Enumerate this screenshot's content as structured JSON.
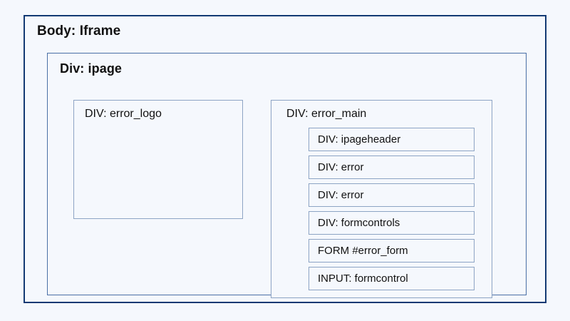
{
  "page": {
    "background_color": "#f5f8fd",
    "text_color": "#111111"
  },
  "diagram": {
    "outer": {
      "label": "Body: Iframe",
      "border_color": "#123a73"
    },
    "ipage": {
      "label": "Div: ipage",
      "border_color": "#4a6fa5"
    },
    "error_logo": {
      "label": "DIV: error_logo",
      "border_color": "#8da4c4"
    },
    "error_main": {
      "label": "DIV: error_main",
      "border_color": "#8da4c4",
      "rows": [
        {
          "label": "DIV: ipageheader"
        },
        {
          "label": "DIV: error"
        },
        {
          "label": "DIV: error"
        },
        {
          "label": "DIV: formcontrols"
        },
        {
          "label": "FORM #error_form"
        },
        {
          "label": "INPUT: formcontrol"
        }
      ]
    }
  }
}
